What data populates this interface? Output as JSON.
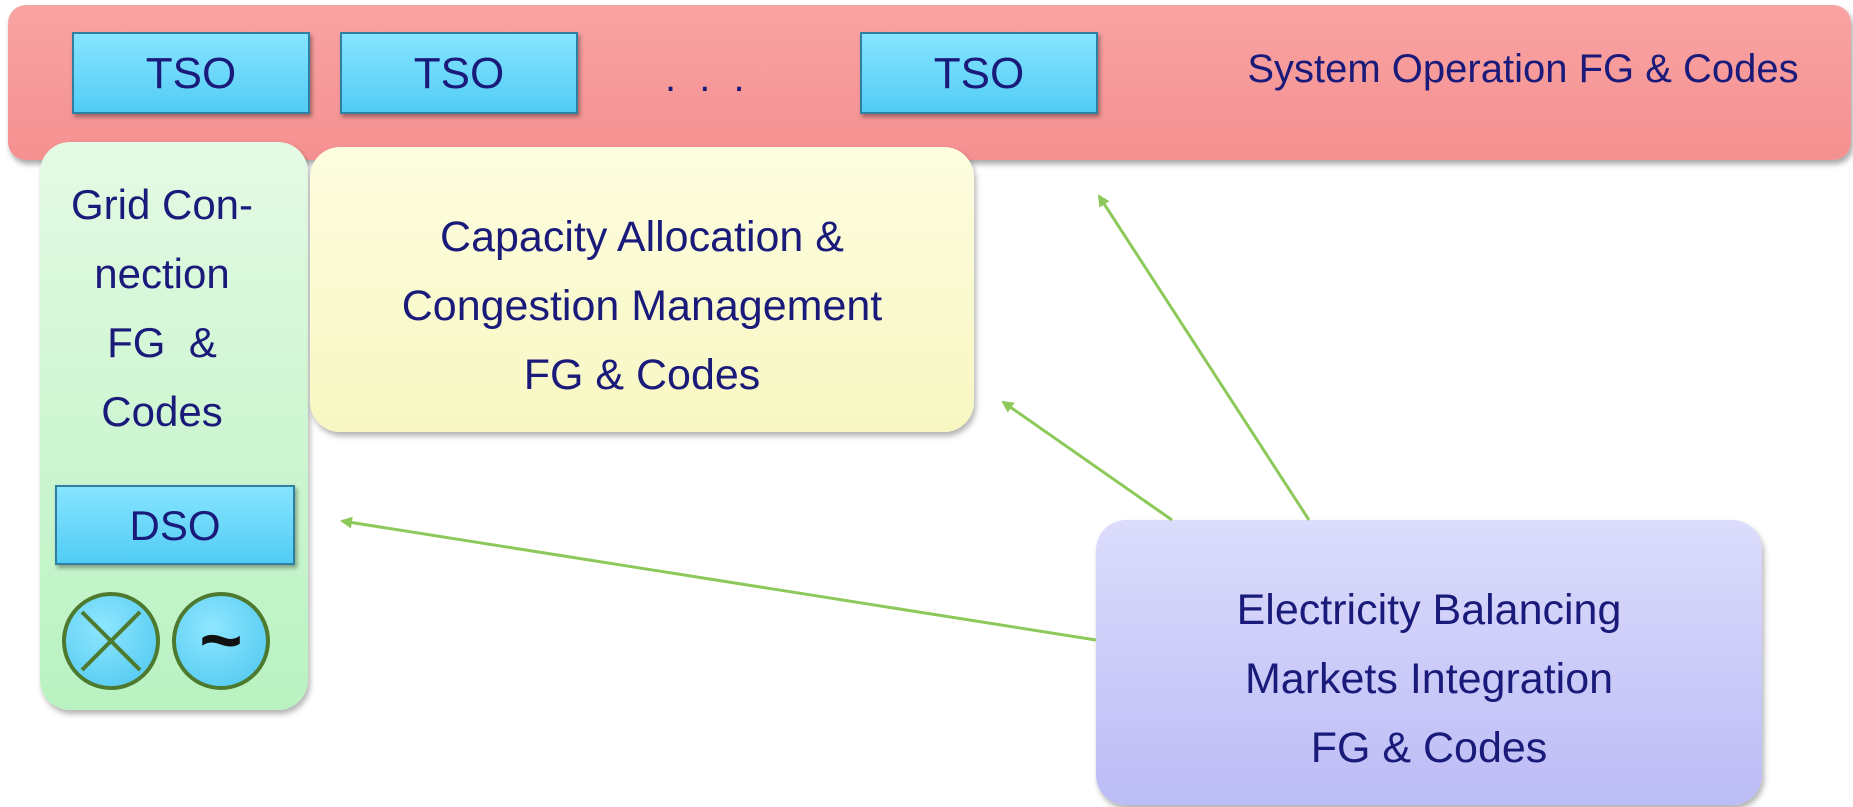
{
  "system_operation": {
    "tso_labels": [
      "TSO",
      "TSO",
      "TSO"
    ],
    "ellipsis": ". . .",
    "text": "System Operation FG & Codes"
  },
  "grid_connection": {
    "text": "Grid Con-\nnection\nFG  &\nCodes",
    "dso_label": "DSO",
    "symbols": [
      "transformer-cross-icon",
      "tilde-generator-icon"
    ],
    "tilde": "~"
  },
  "capacity_allocation": {
    "text": "Capacity Allocation &\nCongestion Management\nFG & Codes"
  },
  "electricity_balancing": {
    "text": "Electricity Balancing\nMarkets Integration\nFG & Codes"
  },
  "colors": {
    "system_operation_fill": "#f7999a",
    "tso_fill": "#66d4f7",
    "grid_connection_fill": "#c4f4cb",
    "capacity_allocation_fill": "#faf9cc",
    "electricity_balancing_fill": "#c8c8f8",
    "arrow": "#8cc95a",
    "text": "#1a1a7a"
  }
}
